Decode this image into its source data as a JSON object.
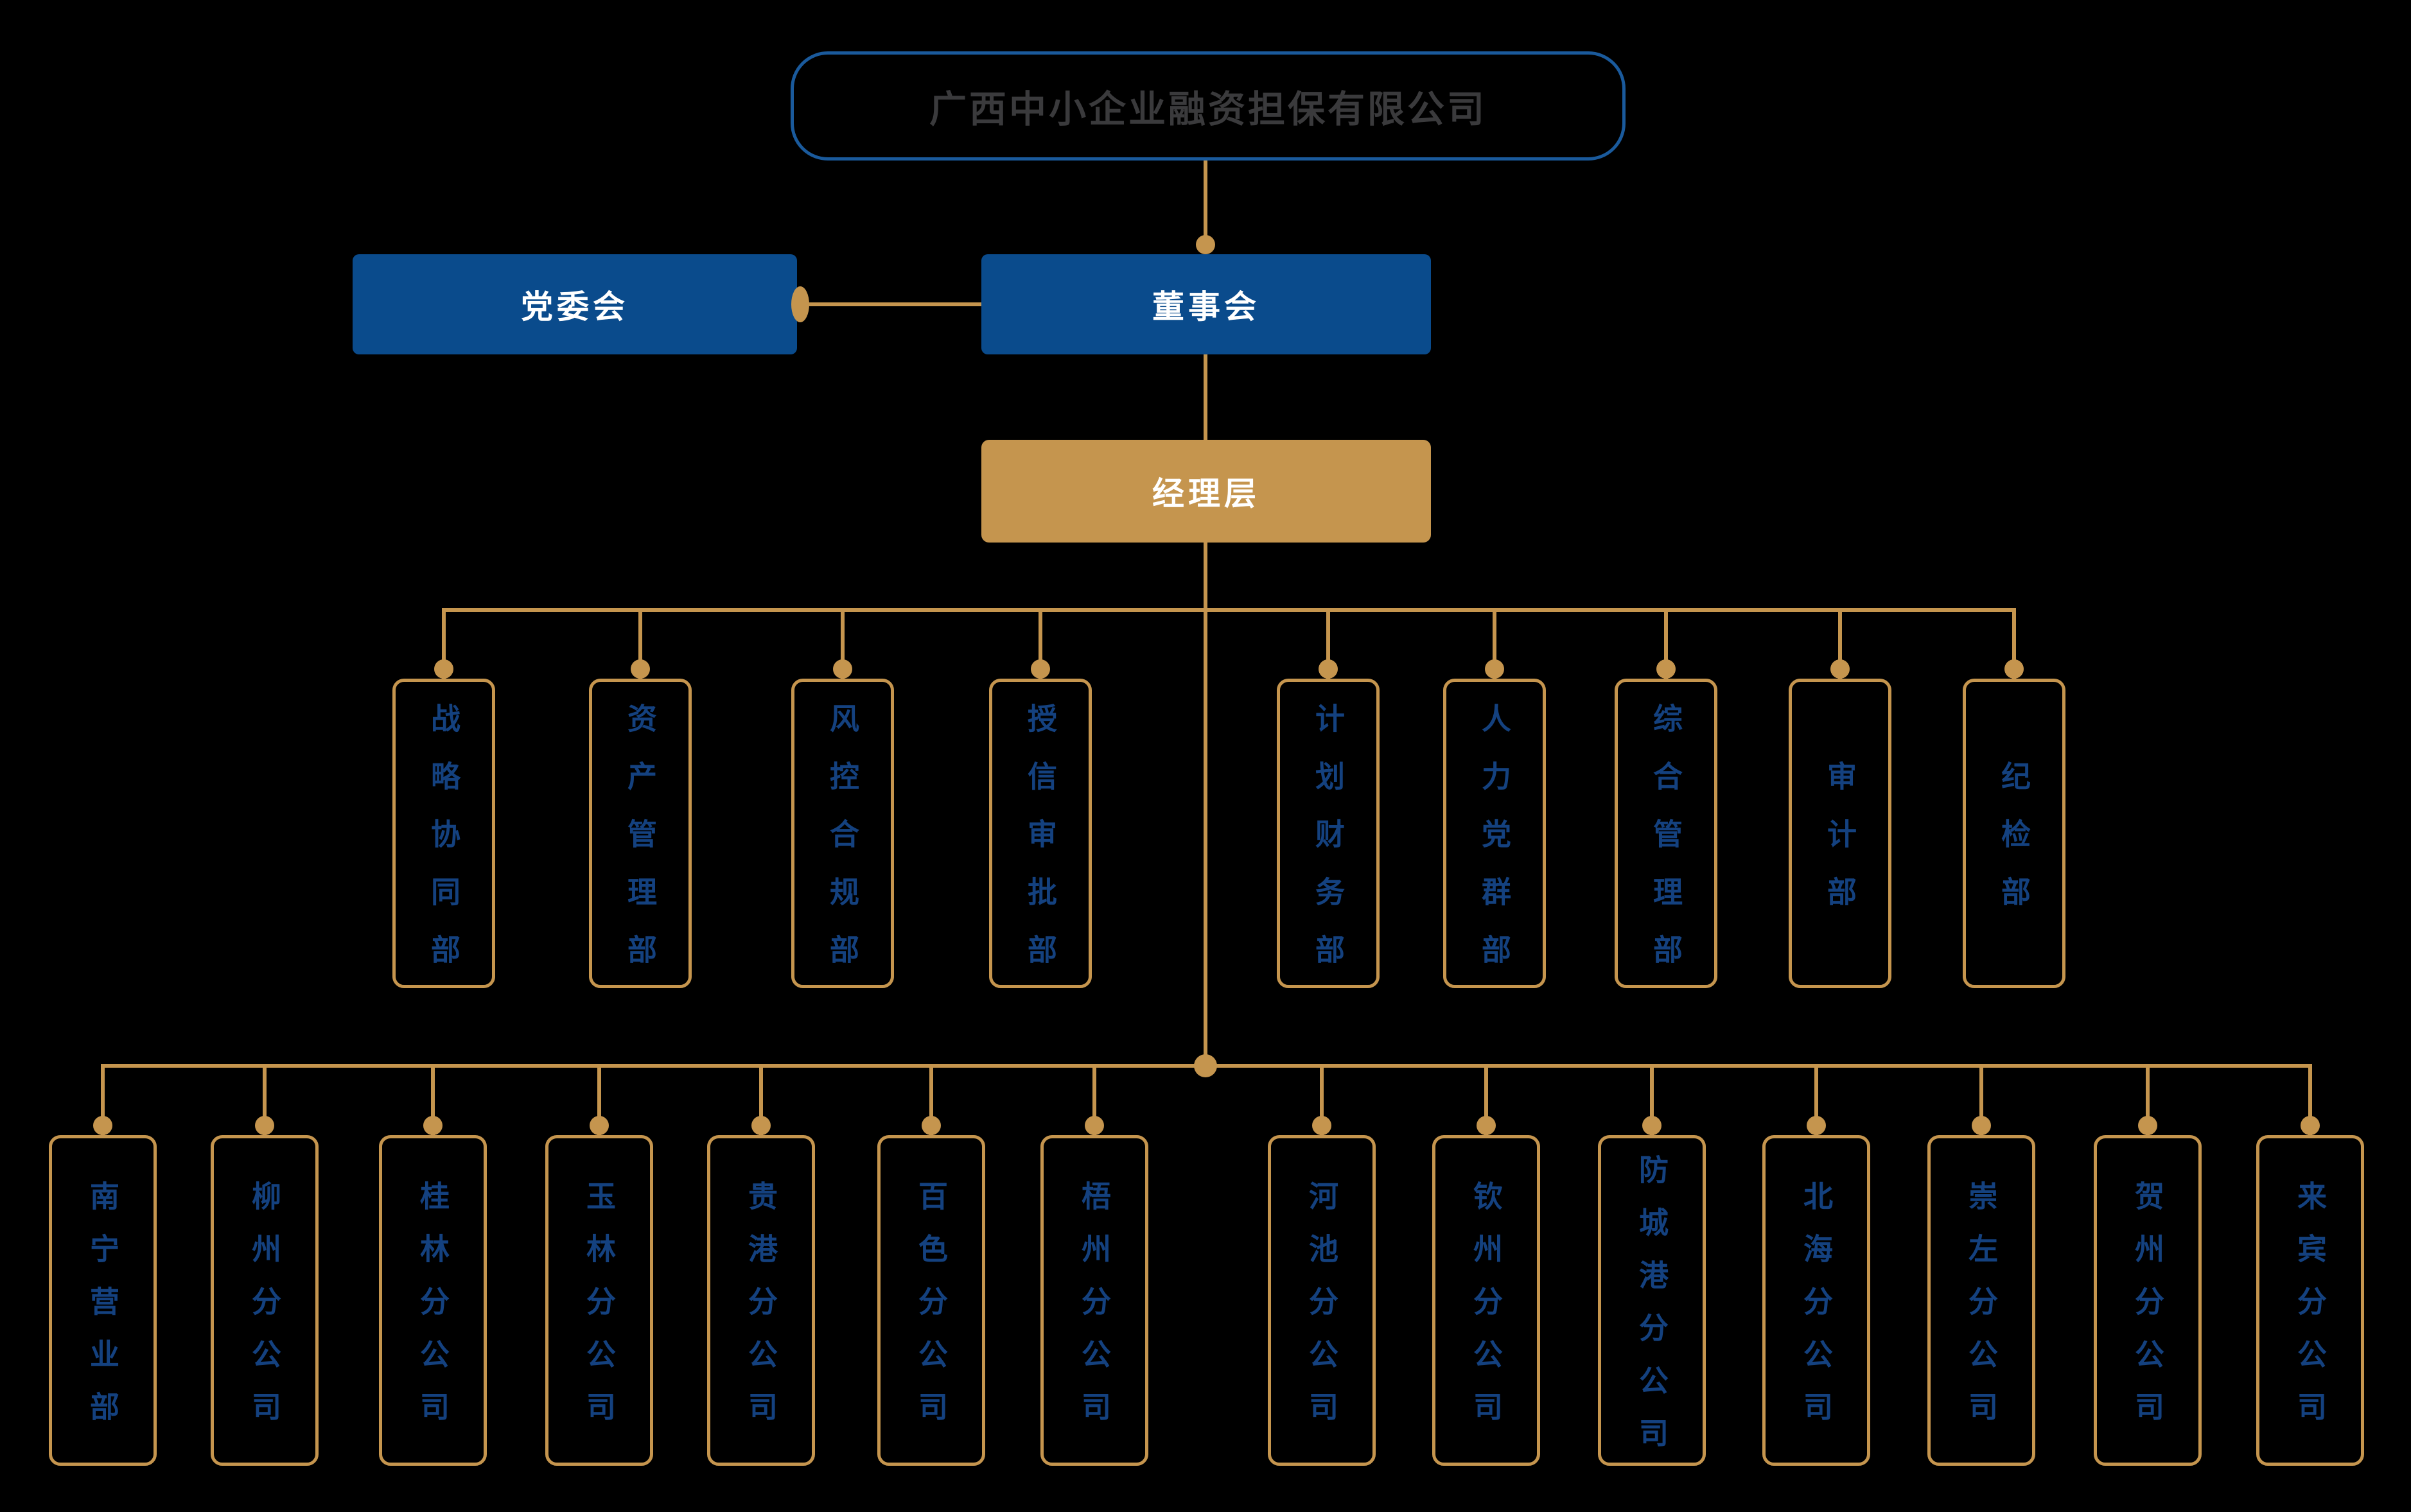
{
  "title": {
    "label": "广西中小企业融资担保有限公司"
  },
  "nodes": {
    "party": "党委会",
    "board": "董事会",
    "management": "经理层"
  },
  "departments": [
    "战略协同部",
    "资产管理部",
    "风控合规部",
    "授信审批部",
    "计划财务部",
    "人力党群部",
    "综合管理部",
    "审计部",
    "纪检部"
  ],
  "branches": [
    "南宁营业部",
    "柳州分公司",
    "桂林分公司",
    "玉林分公司",
    "贵港分公司",
    "百色分公司",
    "梧州分公司",
    "河池分公司",
    "钦州分公司",
    "防城港分公司",
    "北海分公司",
    "崇左分公司",
    "贺州分公司",
    "来宾分公司"
  ],
  "colors": {
    "background": "#000000",
    "blue_node_fill": "#0a4b8c",
    "root_border_blue": "#1a5a9c",
    "gold": "#c5954e",
    "root_text": "#3a3a3c",
    "node_text": "#ffffff",
    "vertical_text_blue": "#14417f"
  }
}
